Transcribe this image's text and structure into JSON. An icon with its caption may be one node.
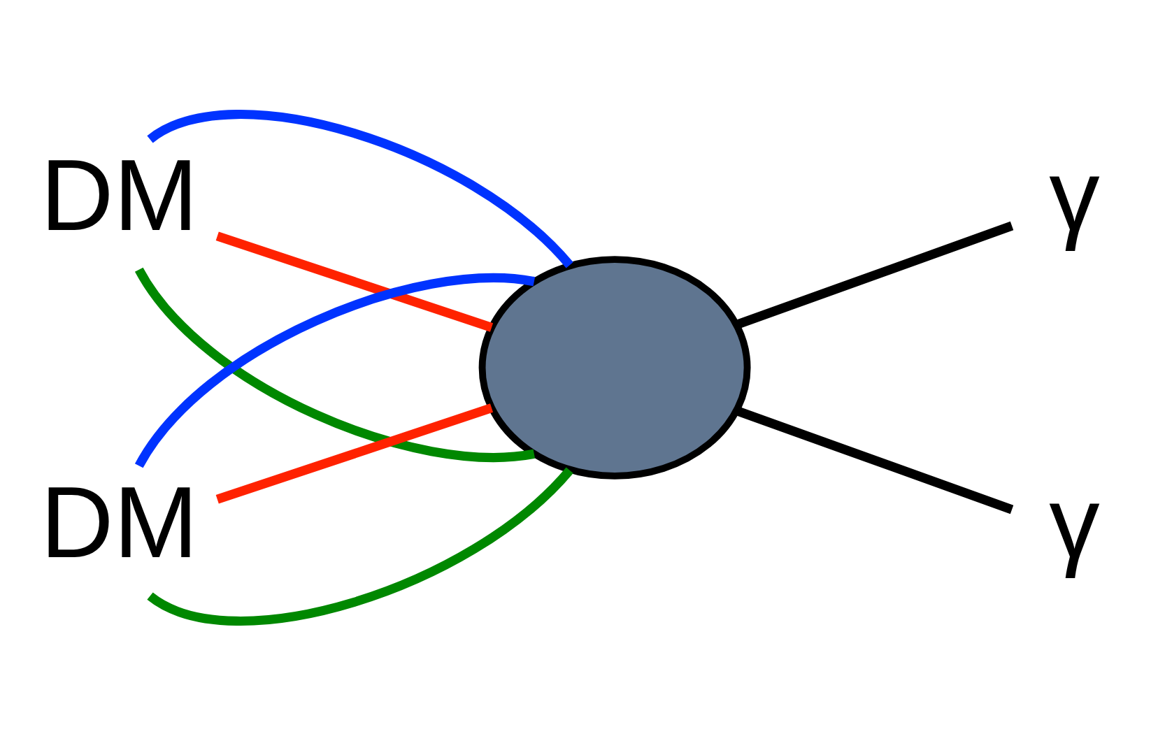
{
  "diagram": {
    "nodes": [
      {
        "text": [
          "DM"
        ]
      },
      {
        "text": [
          "DM"
        ]
      },
      {
        "text": [],
        "shape": "circle"
      },
      {
        "text": [
          "γ"
        ]
      },
      {
        "text": [
          "γ"
        ]
      }
    ],
    "edges": [
      {
        "from": 0,
        "to": 2,
        "arrow": "none",
        "color": "#008800"
      },
      {
        "from": 0,
        "to": 2,
        "arrow": "none",
        "color": "#ff2200"
      },
      {
        "from": 0,
        "to": 2,
        "arrow": "none",
        "color": "#0033ff"
      },
      {
        "from": 1,
        "to": 2,
        "arrow": "none",
        "color": "#008800"
      },
      {
        "from": 1,
        "to": 2,
        "arrow": "none",
        "color": "#ff2200"
      },
      {
        "from": 1,
        "to": 2,
        "arrow": "none",
        "color": "#0033ff"
      },
      {
        "from": 2,
        "to": 3,
        "arrow": "none",
        "color": "#000000"
      },
      {
        "from": 2,
        "to": 4,
        "arrow": "none",
        "color": "#000000"
      }
    ]
  }
}
